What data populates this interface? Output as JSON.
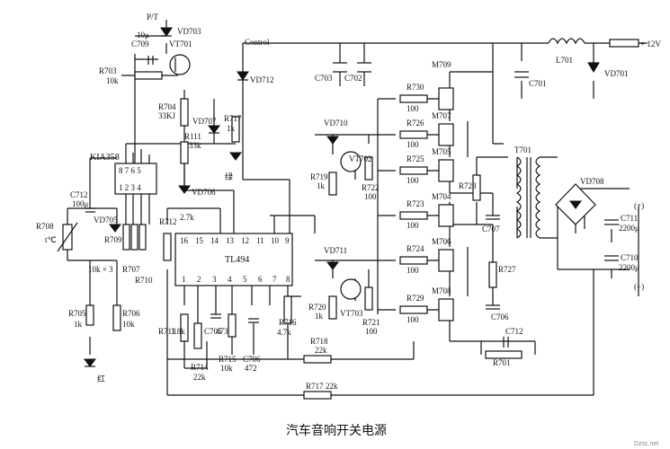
{
  "caption": "汽车音响开关电源",
  "watermark": "Dzsc.net",
  "ic": {
    "tl494": {
      "name": "TL494",
      "pins_top": [
        "16",
        "15",
        "14",
        "13",
        "12",
        "11",
        "10",
        "9"
      ],
      "pins_bottom": [
        "1",
        "2",
        "3",
        "4",
        "5",
        "6",
        "7",
        "8"
      ]
    },
    "kia358": {
      "name": "KIA358",
      "pins_top": "8 7 6 5",
      "pins_bottom": "1 2 3 4"
    }
  },
  "nets": {
    "pt": "P/T",
    "control": "Control",
    "v12": "+ 12V",
    "plus": "(+)",
    "minus": "(−)"
  },
  "labels": {
    "vd703": "VD703",
    "c709_val": "10μ",
    "c709": "C709",
    "vt701": "VT701",
    "r703": "R703",
    "r703_val": "10k",
    "r704": "R704",
    "r704_val": "33KJ",
    "vd707": "VD707",
    "r111": "R111",
    "r111_val": "33k",
    "r717a": "R717",
    "r717a_val": "1k",
    "vd712": "VD712",
    "green": "绿",
    "vd706": "VD706",
    "c712a": "C712",
    "c712a_val": "100μ",
    "vd705": "VD705",
    "r708": "R708",
    "r708_temp": "t℃",
    "r709": "R709",
    "r709_val": "10k × 3",
    "r707": "R707",
    "r710": "R710",
    "r712": "R712",
    "r712_val": "2.7k",
    "r705": "R705",
    "r705_val": "1k",
    "r706": "R706",
    "r706_val": "10k",
    "red": "红",
    "r713": "R713",
    "r713_val": "1.8k",
    "c705": "C705",
    "c705_val": "473",
    "r714": "R714",
    "r714_val": "22k",
    "r715": "R715",
    "r715_val": "10k",
    "c706a": "C706",
    "c706a_val": "472",
    "r716": "R716",
    "r716_val": "4.7k",
    "r718": "R718",
    "r718_val": "22k",
    "r717b": "R717",
    "r717b_val": "22k",
    "c703": "C703",
    "c702": "C702",
    "vd710": "VD710",
    "vt702": "VT702",
    "r719": "R719",
    "r719_val": "1k",
    "r722": "R722",
    "r722_val": "100",
    "vd711": "VD711",
    "vt703": "VT703",
    "r720": "R720",
    "r720_val": "1k",
    "r721": "R721",
    "r721_val": "100",
    "m709": "M709",
    "m707": "M707",
    "m705": "M705",
    "m704": "M704",
    "m706": "M706",
    "m708": "M708",
    "r730": "R730",
    "r730_val": "100",
    "r726": "R726",
    "r726_val": "100",
    "r725": "R725",
    "r725_val": "100",
    "r723": "R723",
    "r723_val": "100",
    "r724": "R724",
    "r724_val": "100",
    "r729": "R729",
    "r729_val": "100",
    "r728": "R728",
    "c707": "C707",
    "r727": "R727",
    "c706b": "C706",
    "c712b": "C712",
    "r701": "R701",
    "l701": "L701",
    "c701": "C701",
    "vd701": "VD701",
    "t701": "T701",
    "vd708": "VD708",
    "c711": "C711",
    "c711_val": "2200μ",
    "c710": "C710",
    "c710_val": "2200μ"
  }
}
